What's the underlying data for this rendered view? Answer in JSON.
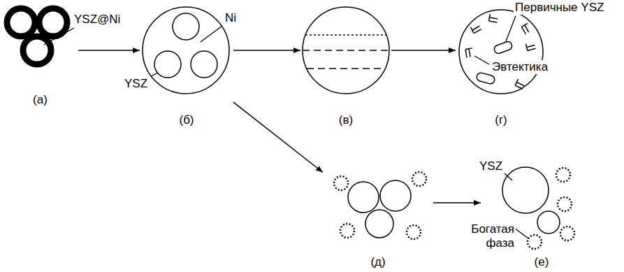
{
  "diagram": {
    "nodes": [
      {
        "text": [
          "(а)"
        ]
      },
      {
        "text": [
          "(б)"
        ]
      },
      {
        "text": [
          "(в)"
        ]
      },
      {
        "text": [
          "(г)"
        ]
      },
      {
        "text": [
          "(д)"
        ]
      },
      {
        "text": [
          "(е)"
        ]
      }
    ],
    "edges": [
      {
        "from": 0,
        "to": 1,
        "arrow": "to"
      },
      {
        "from": 1,
        "to": 2,
        "arrow": "to"
      },
      {
        "from": 2,
        "to": 3,
        "arrow": "to"
      },
      {
        "from": 1,
        "to": 4,
        "arrow": "to"
      },
      {
        "from": 4,
        "to": 5,
        "arrow": "to"
      }
    ],
    "labels": [
      "YSZ@Ni",
      "Ni",
      "YSZ",
      "Первичные YSZ",
      "Эвтектика",
      "YSZ",
      "Богатая фаза"
    ]
  }
}
